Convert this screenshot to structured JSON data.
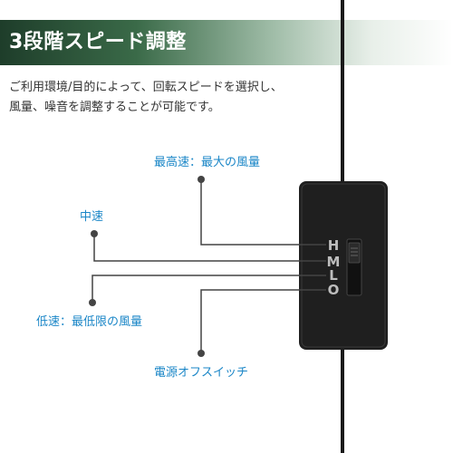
{
  "title": "3段階スピード調整",
  "description": [
    "ご利用環境/目的によって、回転スピードを選択し、",
    "風量、噪音を調整することが可能です。"
  ],
  "labels": {
    "high": "最高速：最大の風量",
    "mid": "中速",
    "low": "低速：最低限の風量",
    "off": "電源オフスイッチ"
  },
  "switch_marks": [
    "H",
    "M",
    "L",
    "O"
  ],
  "colors": {
    "label": "#1a86c7",
    "device": "#222222",
    "line": "#444444"
  }
}
